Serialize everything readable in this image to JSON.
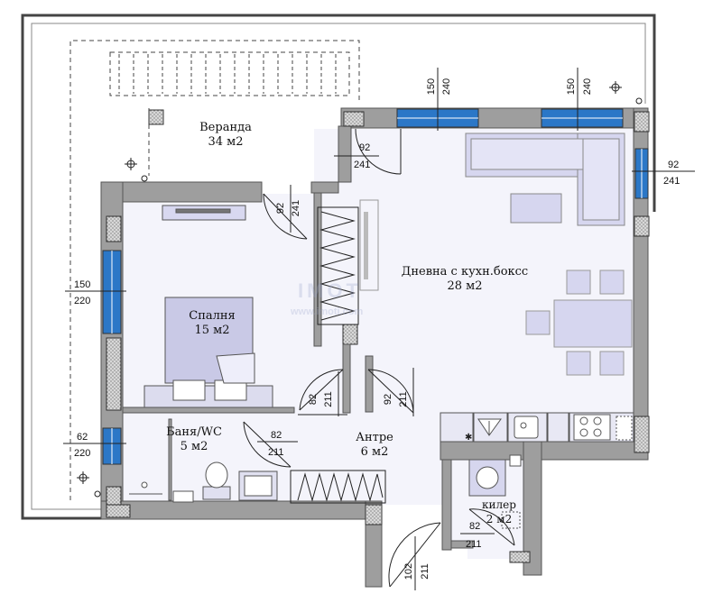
{
  "rooms": {
    "veranda": {
      "name": "Веранда",
      "area": "34 м2"
    },
    "bedroom": {
      "name": "Спалня",
      "area": "15 м2"
    },
    "living": {
      "name": "Дневна с кухн.боксс",
      "area": "28 м2"
    },
    "bathroom": {
      "name": "Баня/WC",
      "area": "5 м2"
    },
    "hall": {
      "name": "Антре",
      "area": "6 м2"
    },
    "pantry": {
      "name": "килер",
      "area": "2 м2"
    }
  },
  "dimensions": {
    "win_top_left": {
      "w": "150",
      "h": "240"
    },
    "win_top_right": {
      "w": "150",
      "h": "240"
    },
    "win_right": {
      "w": "92",
      "h": "241"
    },
    "win_left_bedroom": {
      "w": "150",
      "h": "220"
    },
    "win_left_bath": {
      "w": "62",
      "h": "220"
    },
    "door_veranda": {
      "w": "92",
      "h": "241"
    },
    "door_bedroom_terrace": {
      "w": "92",
      "h": "241"
    },
    "door_bedroom": {
      "w": "82",
      "h": "211"
    },
    "door_living": {
      "w": "92",
      "h": "211"
    },
    "door_bath": {
      "w": "82",
      "h": "211"
    },
    "door_pantry": {
      "w": "82",
      "h": "211"
    },
    "door_entrance": {
      "w": "102",
      "h": "211"
    }
  },
  "watermark": {
    "line1": "IMOT",
    "line2": "www.imoti.com"
  }
}
